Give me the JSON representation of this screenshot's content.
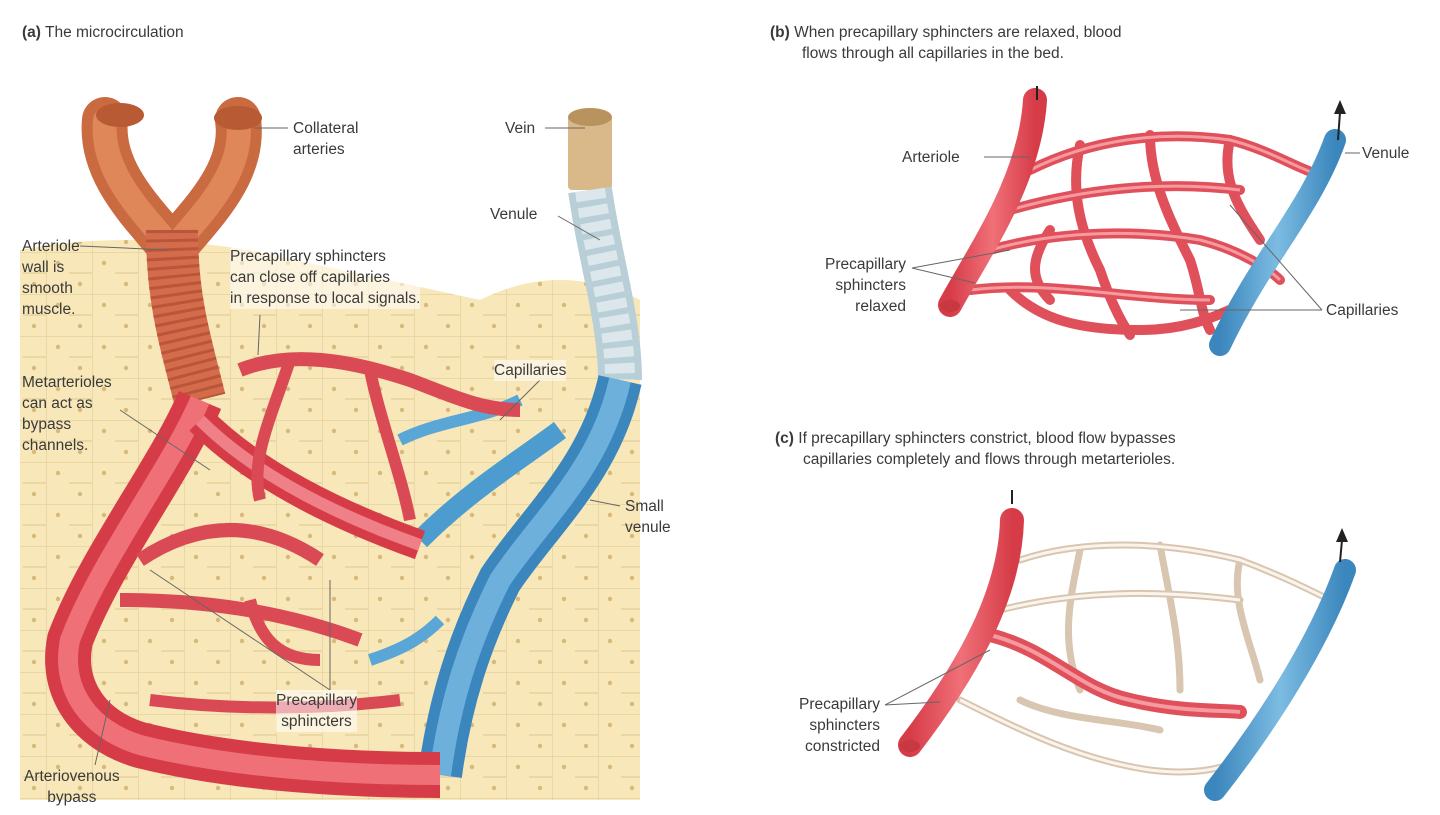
{
  "panel_a": {
    "title_letter": "(a)",
    "title": "The microcirculation",
    "labels": {
      "collateral_arteries": [
        "Collateral",
        "arteries"
      ],
      "vein": "Vein",
      "venule": "Venule",
      "arteriole_wall": [
        "Arteriole",
        "wall is",
        "smooth",
        "muscle."
      ],
      "precap_note": [
        "Precapillary sphincters",
        "can close off capillaries",
        "in response to local signals."
      ],
      "metarterioles": [
        "Metarterioles",
        "can act as",
        "bypass",
        "channels."
      ],
      "capillaries": "Capillaries",
      "small_venule": [
        "Small",
        "venule"
      ],
      "precap_sphincters": [
        "Precapillary",
        "sphincters"
      ],
      "av_bypass": [
        "Arteriovenous",
        "bypass"
      ]
    }
  },
  "panel_b": {
    "title_letter": "(b)",
    "title": [
      "When precapillary sphincters are relaxed, blood",
      "flows through all capillaries in the bed."
    ],
    "labels": {
      "arteriole": "Arteriole",
      "venule": "Venule",
      "precap_relaxed": [
        "Precapillary",
        "sphincters",
        "relaxed"
      ],
      "capillaries": "Capillaries"
    }
  },
  "panel_c": {
    "title_letter": "(c)",
    "title": [
      "If precapillary sphincters constrict, blood flow bypasses",
      "capillaries completely and flows through metarterioles."
    ],
    "labels": {
      "precap_constricted": [
        "Precapillary",
        "sphincters",
        "constricted"
      ]
    }
  },
  "colors": {
    "artery": "#e0505a",
    "artery_light": "#f08a90",
    "vein": "#4c9cd0",
    "vein_light": "#8cc4e6",
    "tissue": "#f8e6b4",
    "collateral": "#d8744a",
    "capillary_inactive": "#e8d8c8"
  }
}
